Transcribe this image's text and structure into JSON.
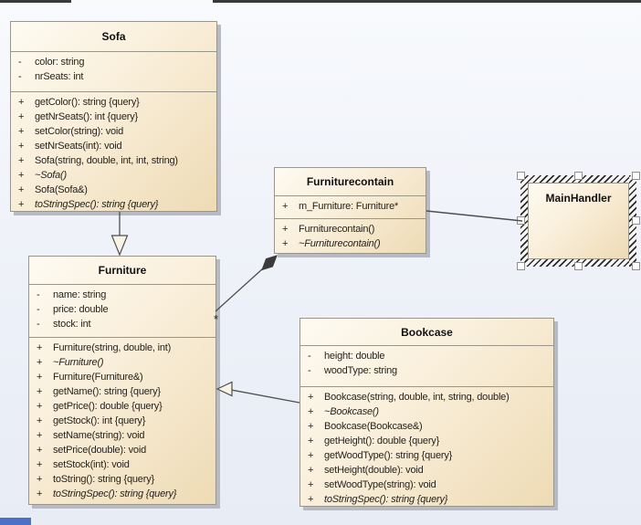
{
  "diagram": {
    "type": "uml-class-diagram",
    "colors": {
      "box_fill_light": "#fefbf2",
      "box_fill_dark": "#eedbb4",
      "box_border": "#9a968a",
      "box_shadow": "#b7bac2",
      "canvas_top": "#f8fafd",
      "canvas_bottom": "#e7ecf5",
      "connector": "#4f4f4f",
      "top_bar": "#3a3a3a",
      "bottom_blue_strip": "#4a71c6"
    }
  },
  "classes": [
    {
      "id": "sofa",
      "title": "Sofa",
      "attributes": [
        {
          "sign": "-",
          "text": "color: string"
        },
        {
          "sign": "-",
          "text": "nrSeats: int"
        }
      ],
      "methods": [
        {
          "sign": "+",
          "text": "getColor(): string {query}"
        },
        {
          "sign": "+",
          "text": "getNrSeats(): int {query}"
        },
        {
          "sign": "+",
          "text": "setColor(string): void"
        },
        {
          "sign": "+",
          "text": "setNrSeats(int): void"
        },
        {
          "sign": "+",
          "text": "Sofa(string, double, int, int, string)"
        },
        {
          "sign": "+",
          "text": "~Sofa()",
          "italic": true
        },
        {
          "sign": "+",
          "text": "Sofa(Sofa&)"
        },
        {
          "sign": "+",
          "text": "toStringSpec(): string {query}",
          "italic": true
        }
      ]
    },
    {
      "id": "furniturecontain",
      "title": "Furniturecontain",
      "attributes": [
        {
          "sign": "+",
          "text": "m_Furniture: Furniture*"
        }
      ],
      "methods": [
        {
          "sign": "+",
          "text": "Furniturecontain()"
        },
        {
          "sign": "+",
          "text": "~Furniturecontain()",
          "italic": true
        }
      ]
    },
    {
      "id": "mainhandler",
      "title": "MainHandler",
      "attributes": [],
      "methods": [],
      "selected": true
    },
    {
      "id": "furniture",
      "title": "Furniture",
      "attributes": [
        {
          "sign": "-",
          "text": "name: string"
        },
        {
          "sign": "-",
          "text": "price: double"
        },
        {
          "sign": "-",
          "text": "stock: int"
        }
      ],
      "methods": [
        {
          "sign": "+",
          "text": "Furniture(string, double, int)"
        },
        {
          "sign": "+",
          "text": "~Furniture()",
          "italic": true
        },
        {
          "sign": "+",
          "text": "Furniture(Furniture&)"
        },
        {
          "sign": "+",
          "text": "getName(): string {query}"
        },
        {
          "sign": "+",
          "text": "getPrice(): double {query}"
        },
        {
          "sign": "+",
          "text": "getStock(): int {query}"
        },
        {
          "sign": "+",
          "text": "setName(string): void"
        },
        {
          "sign": "+",
          "text": "setPrice(double): void"
        },
        {
          "sign": "+",
          "text": "setStock(int): void"
        },
        {
          "sign": "+",
          "text": "toString(): string {query}"
        },
        {
          "sign": "+",
          "text": "toStringSpec(): string {query}",
          "italic": true
        }
      ]
    },
    {
      "id": "bookcase",
      "title": "Bookcase",
      "attributes": [
        {
          "sign": "-",
          "text": "height: double"
        },
        {
          "sign": "-",
          "text": "woodType: string"
        }
      ],
      "methods": [
        {
          "sign": "+",
          "text": "Bookcase(string, double, int, string, double)"
        },
        {
          "sign": "+",
          "text": "~Bookcase()",
          "italic": true
        },
        {
          "sign": "+",
          "text": "Bookcase(Bookcase&)"
        },
        {
          "sign": "+",
          "text": "getHeight(): double {query}"
        },
        {
          "sign": "+",
          "text": "getWoodType(): string {query}"
        },
        {
          "sign": "+",
          "text": "setHeight(double): void"
        },
        {
          "sign": "+",
          "text": "setWoodType(string): void"
        },
        {
          "sign": "+",
          "text": "toStringSpec(): string {query}",
          "italic": true
        }
      ]
    }
  ],
  "connectors": {
    "sofa_to_furniture": {
      "type": "generalization",
      "from": "Sofa",
      "to": "Furniture"
    },
    "bookcase_to_furniture": {
      "type": "generalization",
      "from": "Bookcase",
      "to": "Furniture"
    },
    "furniturecontain_to_furniture": {
      "type": "composition",
      "from": "Furniturecontain",
      "to": "Furniture",
      "multiplicity": "*"
    },
    "furniturecontain_to_mainhandler": {
      "type": "association",
      "from": "Furniturecontain",
      "to": "MainHandler"
    }
  }
}
